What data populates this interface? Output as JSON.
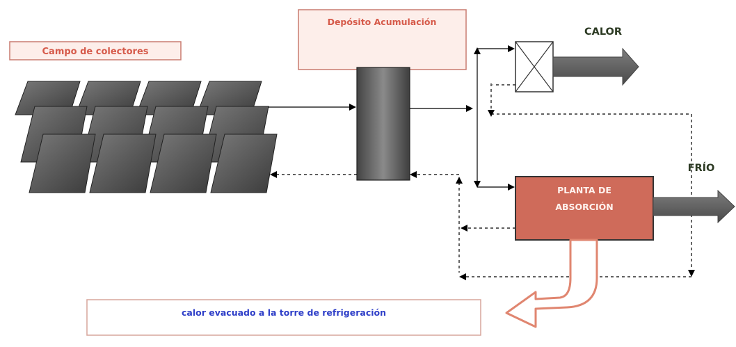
{
  "labels": {
    "collector_field": "Campo de colectores",
    "storage_tank": "Depósito Acumulación",
    "heat": "CALOR",
    "cold": "FRÍO",
    "absorption_plant_line1": "PLANTA DE",
    "absorption_plant_line2": "ABSORCIÓN",
    "cooling_tower": "calor evacuado a la torre de refrigeración"
  },
  "colors": {
    "label_text": "#d65a4a",
    "label_box_fill": "#fdeeea",
    "label_box_border": "#c97b70",
    "plant_fill": "#cf6b5a",
    "plant_text": "#fff2ee",
    "dark_text": "#2c3a23",
    "tower_text": "#2f3fc8",
    "panel_fill": "#4a4a4a",
    "tank_fill": "#555555",
    "heat_arrow_fill": "#555555",
    "curved_arrow_stroke": "#e08670"
  },
  "icons": {
    "heat_exchanger": "heat-exchanger-x-icon",
    "collector_panel": "solar-collector-panel-icon"
  }
}
